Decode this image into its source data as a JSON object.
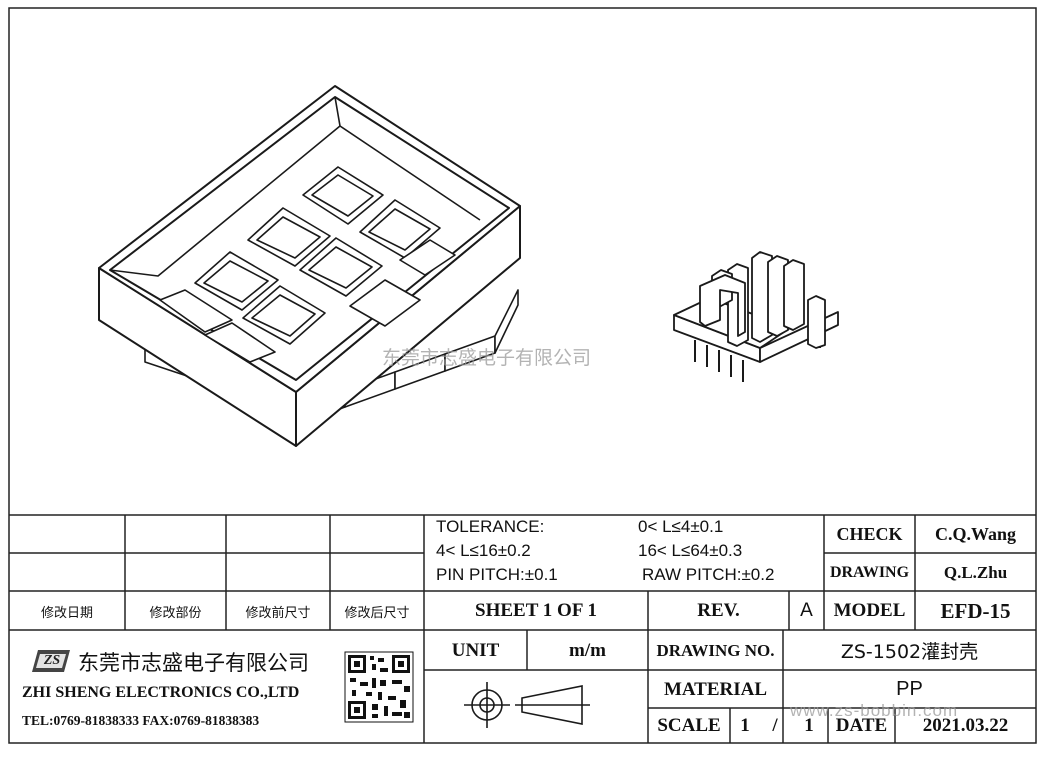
{
  "watermark": {
    "cn": "东莞市志盛电子有限公司",
    "url": "www.zs-bobbin.com"
  },
  "title_block": {
    "tolerance": {
      "label": "TOLERANCE:",
      "r1": "0< L≤4±0.1",
      "r2": "4< L≤16±0.2",
      "r3": "16< L≤64±0.3",
      "pin_pitch": "PIN PITCH:±0.1",
      "raw_pitch": "RAW PITCH:±0.2"
    },
    "revision_headers": [
      "修改日期",
      "修改部份",
      "修改前尺寸",
      "修改后尺寸"
    ],
    "sheet": "SHEET 1 OF 1",
    "rev_label": "REV.",
    "rev_value": "A",
    "check_label": "CHECK",
    "check_value": "C.Q.Wang",
    "drawing_label": "DRAWING",
    "drawing_value": "Q.L.Zhu",
    "model_label": "MODEL",
    "model_value": "EFD-15",
    "unit_label": "UNIT",
    "unit_value": "m/m",
    "drawing_no_label": "DRAWING NO.",
    "drawing_no_value": "ZS-1502灌封壳",
    "material_label": "MATERIAL",
    "material_value": "PP",
    "scale_label": "SCALE",
    "scale_num": "1",
    "scale_sep": "/",
    "scale_den": "1",
    "date_label": "DATE",
    "date_value": "2021.03.22"
  },
  "company": {
    "logo": "ZS",
    "name_cn": "东莞市志盛电子有限公司",
    "name_en": "ZHI SHENG ELECTRONICS CO.,LTD",
    "contact": "TEL:0769-81838333 FAX:0769-81838383",
    "qr_icon": "qr-code-icon"
  },
  "symbols": {
    "projection": "third-angle-projection-icon"
  }
}
